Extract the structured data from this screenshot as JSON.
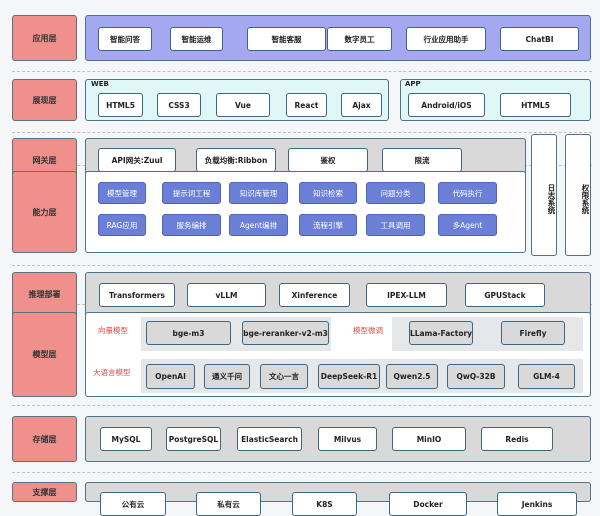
{
  "layers": {
    "app": {
      "label": "应用层",
      "items": [
        "智能问答",
        "智能运维",
        "智能客服",
        "数字员工",
        "行业应用助手",
        "ChatBI"
      ]
    },
    "presentation": {
      "label": "展现层",
      "web": {
        "caption": "WEB",
        "items": [
          "HTML5",
          "CSS3",
          "Vue",
          "React",
          "Ajax"
        ]
      },
      "mobile": {
        "caption": "APP",
        "items": [
          "Android/iOS",
          "HTML5"
        ]
      }
    },
    "gateway": {
      "label": "网关层",
      "items": [
        "API网关:Zuul",
        "负载均衡:Ribbon",
        "鉴权",
        "限流"
      ]
    },
    "capability": {
      "label": "能力层",
      "items": [
        "模型管理",
        "提示词工程",
        "知识库管理",
        "知识检索",
        "问题分类",
        "代码执行",
        "RAG应用",
        "服务编排",
        "Agent编排",
        "流程引擎",
        "工具调用",
        "多Agent"
      ]
    },
    "inference": {
      "label": "推理部署",
      "items": [
        "Transformers",
        "vLLM",
        "Xinference",
        "IPEX-LLM",
        "GPUStack"
      ]
    },
    "model": {
      "label": "模型层",
      "vector_label": "向量模型",
      "vector_items": [
        "bge-m3",
        "bge-reranker-v2-m3"
      ],
      "finetune_label": "模型微调",
      "finetune_items": [
        "LLama-Factory",
        "Firefly"
      ],
      "llm_label": "大语言模型",
      "llm_items": [
        "OpenAI",
        "通义千问",
        "文心一言",
        "DeepSeek-R1",
        "Qwen2.5",
        "QwQ-32B",
        "GLM-4"
      ]
    },
    "storage": {
      "label": "存储层",
      "items": [
        "MySQL",
        "PostgreSQL",
        "ElasticSearch",
        "Milvus",
        "MinIO",
        "Redis"
      ]
    },
    "support": {
      "label": "支撑层",
      "items": [
        "公有云",
        "私有云",
        "K8S",
        "Docker",
        "Jenkins"
      ]
    }
  },
  "side": {
    "log": "日志系统",
    "permission": "权限系统"
  },
  "colors": {
    "label": "#f0908c",
    "app_bg": "#a3a8f0",
    "presentation_bg": "#e0f7f8",
    "gray_bg": "#d9d9d9",
    "capability_btn": "#6b7fd7"
  }
}
